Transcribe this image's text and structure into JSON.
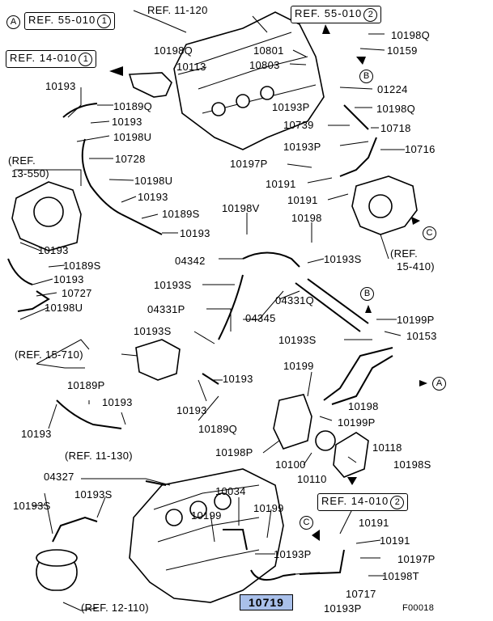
{
  "diagram_code": "F00018",
  "refs": {
    "r55_1": {
      "text": "REF. 55-010",
      "circle": "1"
    },
    "r11_120": {
      "text": "REF. 11-120"
    },
    "r55_2": {
      "text": "REF. 55-010",
      "circle": "2"
    },
    "r14_1": {
      "text": "REF. 14-010",
      "circle": "1"
    },
    "r13_550a": {
      "text": "(REF."
    },
    "r13_550b": {
      "text": "13-550)"
    },
    "r15_410a": {
      "text": "(REF."
    },
    "r15_410b": {
      "text": "15-410)"
    },
    "r15_710": {
      "text": "(REF. 15-710)"
    },
    "r11_130": {
      "text": "(REF. 11-130)"
    },
    "r14_2": {
      "text": "REF. 14-010",
      "circle": "2"
    },
    "r12_110": {
      "text": "(REF. 12-110)"
    }
  },
  "markers": {
    "a1": "A",
    "a2": "A",
    "b1": "B",
    "b2": "B",
    "c1": "C",
    "c2": "C"
  },
  "highlighted_part": "10719",
  "labels": {
    "p10801": "10801",
    "p10803": "10803",
    "p10198Q_1": "10198Q",
    "p10113": "10113",
    "p10198Q_2": "10198Q",
    "p10159": "10159",
    "p01224": "01224",
    "p10193_1": "10193",
    "p10189Q_1": "10189Q",
    "p10193_2": "10193",
    "p10198U_1": "10198U",
    "p10193P_1": "10193P",
    "p10198Q_3": "10198Q",
    "p10739": "10739",
    "p10718": "10718",
    "p10193P_2": "10193P",
    "p10716": "10716",
    "p10728": "10728",
    "p10197P_1": "10197P",
    "p10198U_2": "10198U",
    "p10191_1": "10191",
    "p10193_3": "10193",
    "p10191_2": "10191",
    "p10189S_1": "10189S",
    "p10198V": "10198V",
    "p10198": "10198",
    "p10193_4": "10193",
    "p10193_5": "10193",
    "p04342": "04342",
    "p10193S_1": "10193S",
    "p10189S_2": "10189S",
    "p10193_6": "10193",
    "p10193S_2": "10193S",
    "p10727": "10727",
    "p04331Q": "04331Q",
    "p04331P": "04331P",
    "p04345": "04345",
    "p10198U_3": "10198U",
    "p10199P_1": "10199P",
    "p10193S_3": "10193S",
    "p10193S_4": "10193S",
    "p10153": "10153",
    "p10199": "10199",
    "p10193_7": "10193",
    "p10189P": "10189P",
    "p10193_8": "10193",
    "p10193_9": "10193",
    "p10198_2": "10198",
    "p10189Q_2": "10189Q",
    "p10199P_2": "10199P",
    "p10193_10": "10193",
    "p10198P": "10198P",
    "p10118": "10118",
    "p10100": "10100",
    "p10198S": "10198S",
    "p10110": "10110",
    "p04327": "04327",
    "p10193S_5": "10193S",
    "p10193S_6": "10193S",
    "p10034": "10034",
    "p10199_2": "10199",
    "p10199_3": "10199",
    "p10191_3": "10191",
    "p10191_4": "10191",
    "p10193P_3": "10193P",
    "p10197P_2": "10197P",
    "p10198T": "10198T",
    "p10717": "10717",
    "p10193P_4": "10193P"
  }
}
